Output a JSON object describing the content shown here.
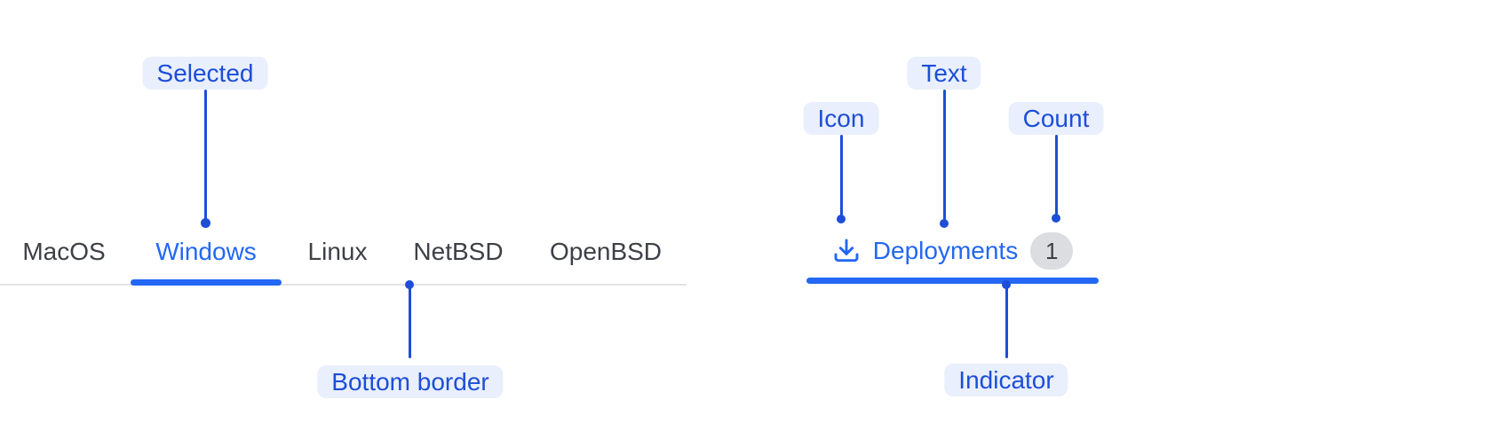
{
  "colors": {
    "accent_blue": "#2367f4",
    "annotation_blue": "#1d4ed8",
    "annotation_bg": "#e9effc",
    "tab_text": "#3d4046",
    "border_gray": "#e2e3e5",
    "badge_bg": "#dcdde1",
    "badge_text": "#3d4046",
    "background": "#ffffff"
  },
  "tabs_demo": {
    "tabs": [
      {
        "label": "MacOS",
        "selected": false
      },
      {
        "label": "Windows",
        "selected": true
      },
      {
        "label": "Linux",
        "selected": false
      },
      {
        "label": "NetBSD",
        "selected": false
      },
      {
        "label": "OpenBSD",
        "selected": false
      }
    ],
    "annotations": {
      "selected_label": "Selected",
      "bottom_border_label": "Bottom border"
    }
  },
  "tab_item_demo": {
    "icon_name": "download-icon",
    "text": "Deployments",
    "count": "1",
    "annotations": {
      "icon_label": "Icon",
      "text_label": "Text",
      "count_label": "Count",
      "indicator_label": "Indicator"
    }
  }
}
